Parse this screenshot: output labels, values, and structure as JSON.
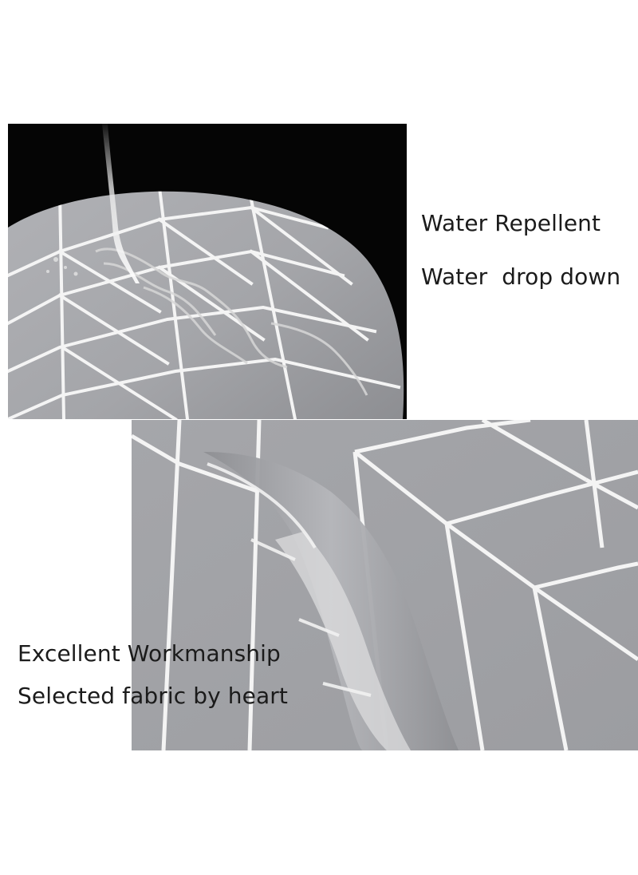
{
  "captions": {
    "top_line1": "Water Repellent",
    "top_line2": "Water  drop down",
    "bottom_line1": "Excellent Workmanship",
    "bottom_line2": "Selected fabric by heart"
  },
  "photos": {
    "top": "water-drop-on-fabric-photo",
    "bottom": "folded-fabric-detail-photo"
  },
  "colors": {
    "background": "#ffffff",
    "top_photo_backdrop": "#050505",
    "fabric_grey": "#a7a8ac",
    "pattern_line": "#f4f4f4",
    "caption_text": "#1b1b1b"
  }
}
